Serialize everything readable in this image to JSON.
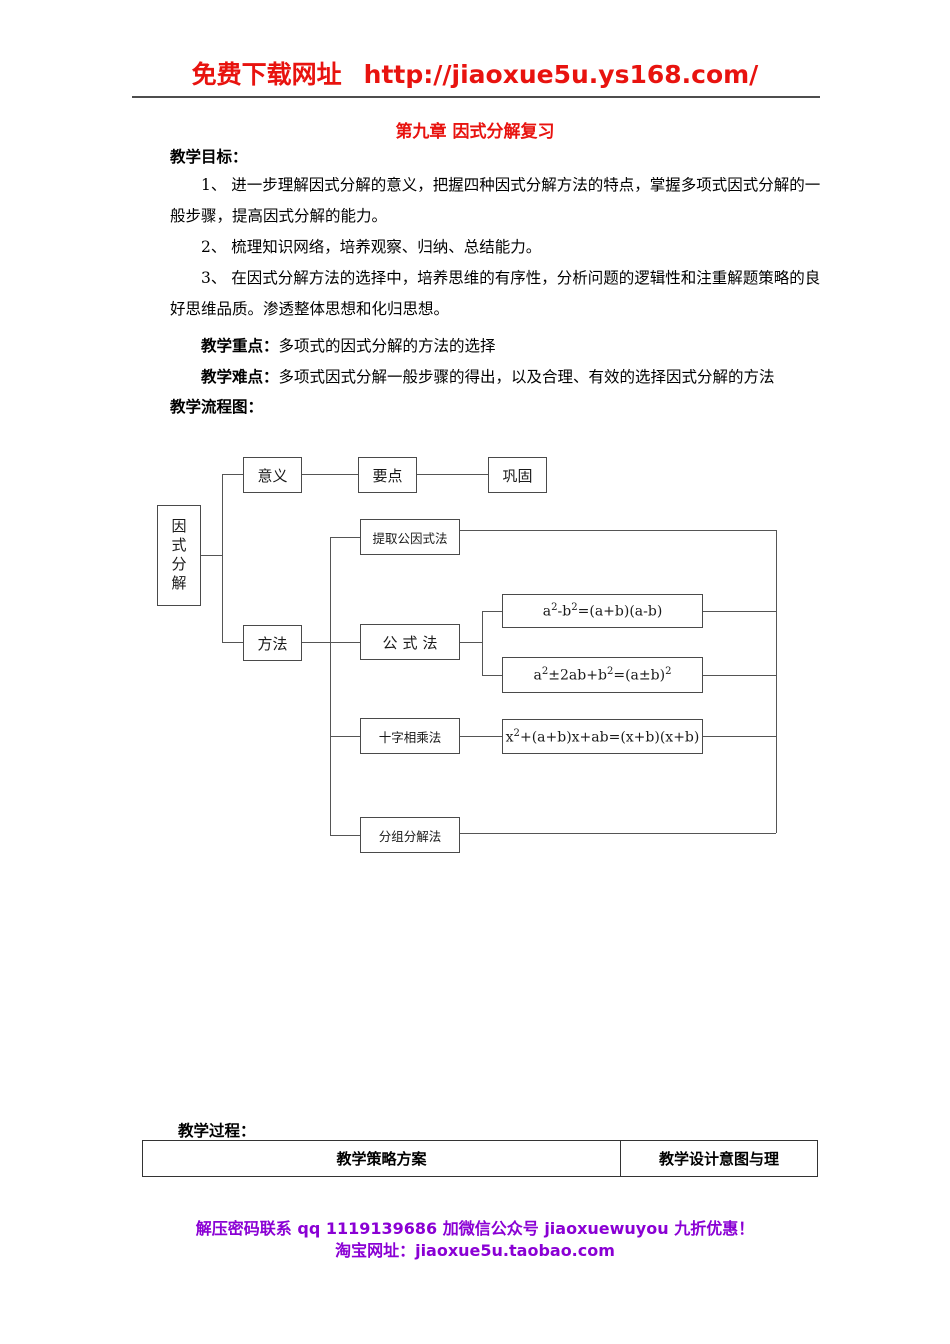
{
  "header": {
    "banner_label": "免费下载网址",
    "banner_url": "http://jiaoxue5u.ys168.com/",
    "title": "第九章 因式分解复习"
  },
  "content": {
    "objectives_heading": "教学目标：",
    "objective_1": "1、 进一步理解因式分解的意义，把握四种因式分解方法的特点，掌握多项式因式分解的一般步骤，提高因式分解的能力。",
    "objective_2": "2、 梳理知识网络，培养观察、归纳、总结能力。",
    "objective_3": "3、 在因式分解方法的选择中，培养思维的有序性，分析问题的逻辑性和注重解题策略的良好思维品质。渗透整体思想和化归思想。",
    "key_point_label": "教学重点：",
    "key_point_text": "多项式的因式分解的方法的选择",
    "difficulty_label": "教学难点：",
    "difficulty_text": "多项式因式分解一般步骤的得出，以及合理、有效的选择因式分解的方法",
    "flowchart_heading": "教学流程图："
  },
  "flowchart": {
    "root": "因式分解",
    "meaning": "意义",
    "key_points": "要点",
    "consolidate": "巩固",
    "methods": "方法",
    "method_common_factor": "提取公因式法",
    "method_formula": "公式法",
    "method_cross": "十字相乘法",
    "method_grouping": "分组分解法",
    "formula_diff_squares": "a2-b2=(a+b)(a-b)",
    "formula_perfect_square": "a2±2ab+b2=(a±b)2",
    "formula_cross": "x2+(a+b)x+ab=(x+b)(x+b)"
  },
  "process": {
    "label": "教学过程：",
    "col_strategy": "教学策略方案",
    "col_intent": "教学设计意图与理"
  },
  "footer": {
    "line1": "解压密码联系 qq 1119139686  加微信公众号 jiaoxuewuyou  九折优惠！",
    "line2": "淘宝网址：jiaoxue5u.taobao.com"
  },
  "colors": {
    "header_red": "#e8130f",
    "footer_purple": "#8a00d4",
    "line_gray": "#555555"
  }
}
